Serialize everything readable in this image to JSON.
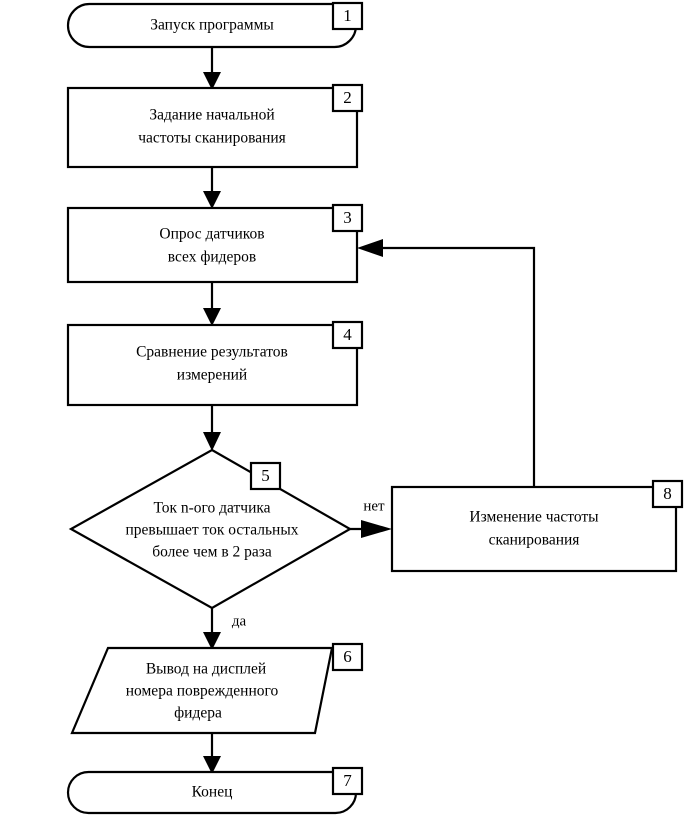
{
  "diagram": {
    "type": "flowchart",
    "language": "ru",
    "background_color": "#ffffff",
    "line_color": "#000000",
    "nodes": [
      {
        "id": "1",
        "badge": "1",
        "shape": "terminator",
        "lines": [
          "Запуск программы"
        ]
      },
      {
        "id": "2",
        "badge": "2",
        "shape": "process",
        "lines": [
          "Задание начальной",
          "частоты сканирования"
        ]
      },
      {
        "id": "3",
        "badge": "3",
        "shape": "process",
        "lines": [
          "Опрос датчиков",
          "всех фидеров"
        ]
      },
      {
        "id": "4",
        "badge": "4",
        "shape": "process",
        "lines": [
          "Сравнение результатов",
          "измерений"
        ]
      },
      {
        "id": "5",
        "badge": "5",
        "shape": "decision",
        "lines": [
          "Ток n-ого датчика",
          "превышает ток остальных",
          "более чем в 2 раза"
        ]
      },
      {
        "id": "6",
        "badge": "6",
        "shape": "input-output",
        "lines": [
          "Вывод на дисплей",
          "номера поврежденного",
          "фидера"
        ]
      },
      {
        "id": "7",
        "badge": "7",
        "shape": "terminator",
        "lines": [
          "Конец"
        ]
      },
      {
        "id": "8",
        "badge": "8",
        "shape": "process",
        "lines": [
          "Изменение частоты",
          "сканирования"
        ]
      }
    ],
    "edge_labels": {
      "no": "нет",
      "yes": "да"
    },
    "edges": [
      {
        "from": "1",
        "to": "2",
        "label": ""
      },
      {
        "from": "2",
        "to": "3",
        "label": ""
      },
      {
        "from": "3",
        "to": "4",
        "label": ""
      },
      {
        "from": "4",
        "to": "5",
        "label": ""
      },
      {
        "from": "5",
        "to": "8",
        "label": "нет"
      },
      {
        "from": "5",
        "to": "6",
        "label": "да"
      },
      {
        "from": "8",
        "to": "3",
        "label": ""
      },
      {
        "from": "6",
        "to": "7",
        "label": ""
      }
    ]
  }
}
